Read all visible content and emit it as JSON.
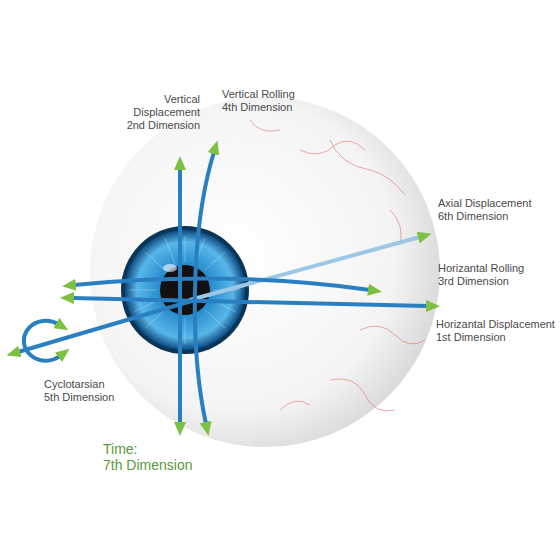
{
  "diagram": {
    "labels": [
      "Vertical Displacement",
      "2nd Dimension",
      "Vertical Rolling",
      "4th Dimension",
      "Axial Displacement",
      "6th Dimension",
      "Horizantal Rolling",
      "3rd Dimension",
      "Horizantal Displacement",
      "1st Dimension",
      "Cyclotarsian",
      "5th Dimension",
      "Time:",
      "7th Dimension"
    ]
  }
}
